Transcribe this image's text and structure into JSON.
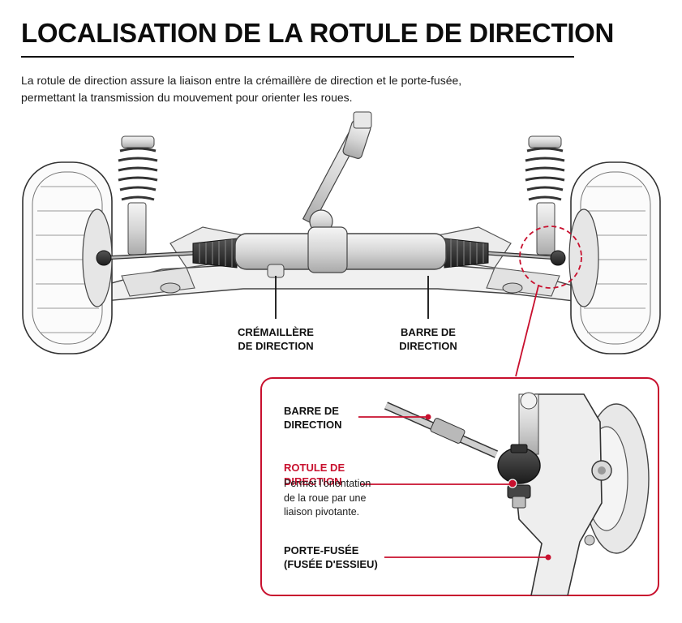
{
  "title": "LOCALISATION DE LA ROTULE DE DIRECTION",
  "intro": [
    "La rotule de direction assure la liaison entre la crémaillère de direction et le porte-fusée,",
    "permettant la transmission du mouvement pour orienter les roues."
  ],
  "labels": {
    "rack": [
      "CRÉMAILLÈRE",
      "DE DIRECTION"
    ],
    "tie_rod": [
      "BARRE DE",
      "DIRECTION"
    ]
  },
  "inset": {
    "tie_rod": [
      "BARRE DE",
      "DIRECTION"
    ],
    "ball_joint": {
      "title": "ROTULE DE DIRECTION",
      "desc": [
        "Permet l'orientation",
        "de la roue par une",
        "liaison pivotante."
      ]
    },
    "knuckle": [
      "PORTE-FUSÉE",
      "(FUSÉE D'ESSIEU)"
    ]
  },
  "colors": {
    "accent": "#c8102e",
    "ink": "#111111",
    "metal": "#d8d8d8"
  },
  "icons": [
    "steering-assembly-illustration",
    "ball-joint-detail-illustration"
  ]
}
